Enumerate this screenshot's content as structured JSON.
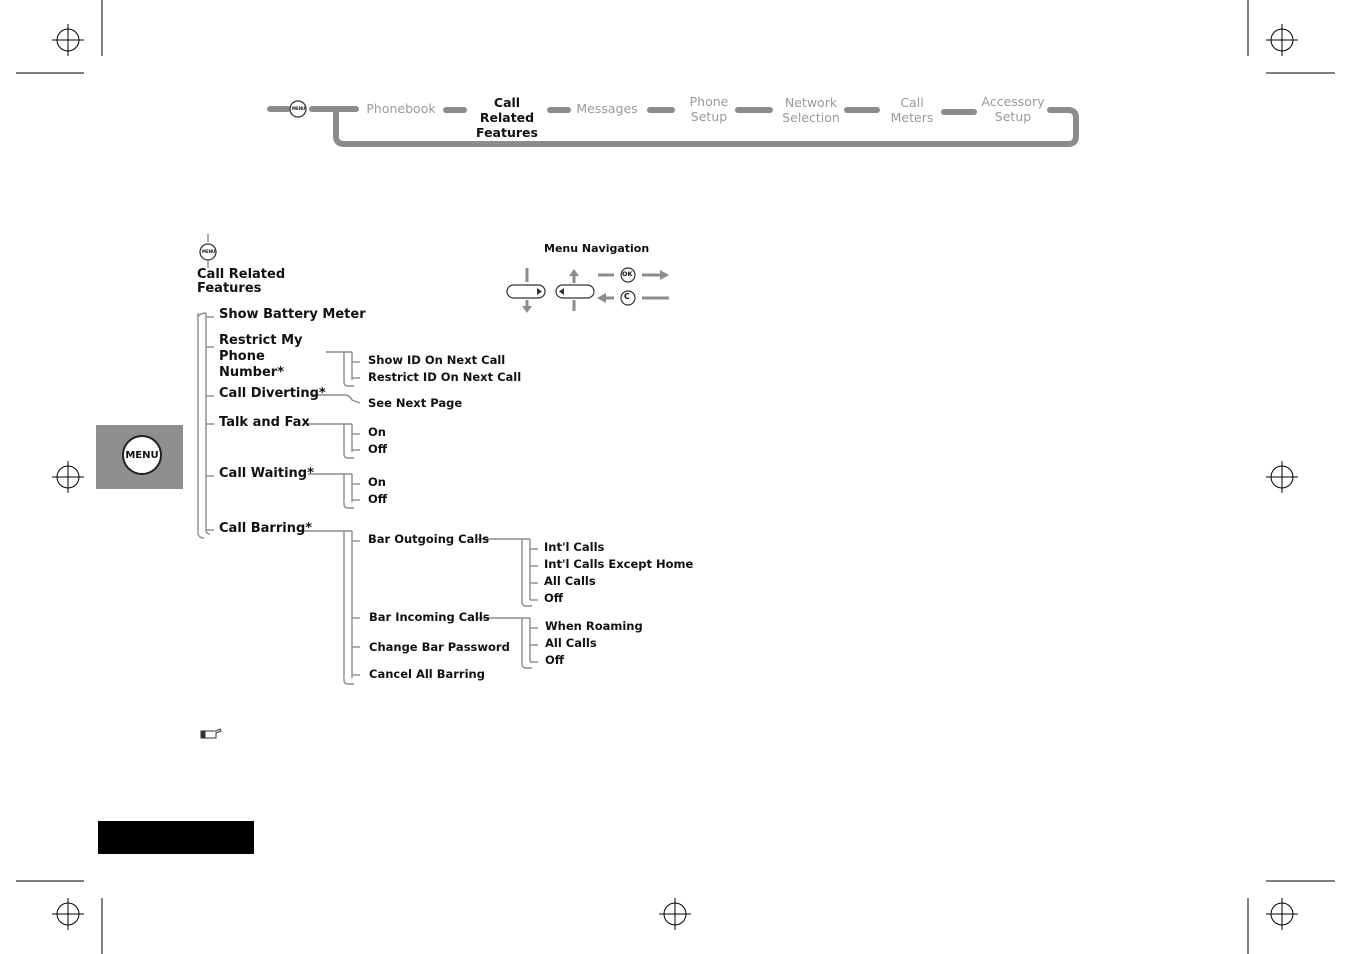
{
  "top_menu": {
    "menu_icon": "MENU",
    "items": [
      {
        "label": "Phonebook",
        "active": false
      },
      {
        "label": "Call Related Features",
        "active": true
      },
      {
        "label": "Messages",
        "active": false
      },
      {
        "label": "Phone Setup",
        "active": false
      },
      {
        "label": "Network Selection",
        "active": false
      },
      {
        "label": "Call Meters",
        "active": false
      },
      {
        "label": "Accessory Setup",
        "active": false
      }
    ]
  },
  "tree": {
    "menu_icon": "MENU",
    "root_label": "Call Related Features",
    "items": [
      {
        "label": "Show Battery Meter"
      },
      {
        "label": "Restrict My Phone Number*",
        "children": [
          "Show ID On Next Call",
          "Restrict ID On Next Call"
        ]
      },
      {
        "label": "Call Diverting*",
        "children": [
          "See Next Page"
        ]
      },
      {
        "label": "Talk and Fax",
        "children": [
          "On",
          "Off"
        ]
      },
      {
        "label": "Call Waiting*",
        "children": [
          "On",
          "Off"
        ]
      },
      {
        "label": "Call Barring*",
        "children": [
          {
            "label": "Bar Outgoing Calls",
            "children": [
              "Int'l Calls",
              "Int'l Calls Except Home",
              "All Calls",
              "Off"
            ]
          },
          {
            "label": "Bar Incoming Calls",
            "children": [
              "When Roaming",
              "All Calls",
              "Off"
            ]
          },
          {
            "label": "Change Bar Password"
          },
          {
            "label": "Cancel All Barring"
          }
        ]
      }
    ]
  },
  "navigation": {
    "title": "Menu Navigation",
    "ok_key": "OK",
    "clear_key": "C"
  },
  "side_tab": {
    "icon_label": "MENU",
    "background": "#8f8f8f"
  },
  "colors": {
    "connector": "#8c8c8c",
    "menu_inactive": "#9a9a9a",
    "text": "#111111"
  }
}
